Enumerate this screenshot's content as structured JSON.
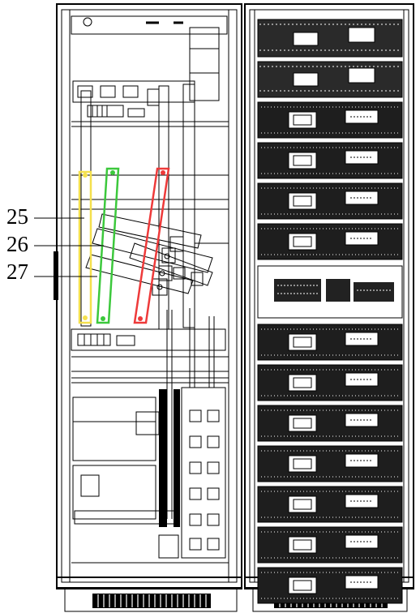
{
  "callouts": [
    {
      "label": "25",
      "part": "yellow-busbar"
    },
    {
      "label": "26",
      "part": "green-busbar"
    },
    {
      "label": "27",
      "part": "red-busbar"
    }
  ],
  "colors": {
    "line": "#000000",
    "busbar_25": "#f4e04d",
    "busbar_26": "#3cc83c",
    "busbar_27": "#ee3a3a"
  },
  "right_cabinet": {
    "modules_upper": 6,
    "control_panel": 1,
    "modules_lower": 7
  }
}
